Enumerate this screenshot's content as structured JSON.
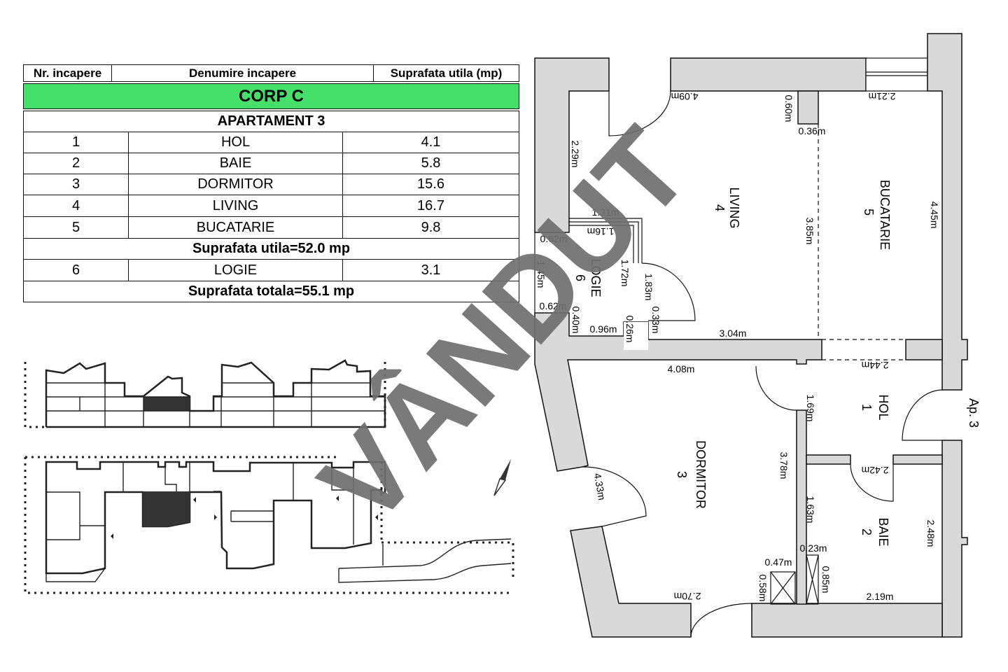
{
  "table": {
    "headers": [
      "Nr. incapere",
      "Denumire incapere",
      "Suprafata utila (mp)"
    ],
    "corp": "CORP C",
    "apartment": "APARTAMENT 3",
    "rows": [
      {
        "nr": "1",
        "name": "HOL",
        "area": "4.1"
      },
      {
        "nr": "2",
        "name": "BAIE",
        "area": "5.8"
      },
      {
        "nr": "3",
        "name": "DORMITOR",
        "area": "15.6"
      },
      {
        "nr": "4",
        "name": "LIVING",
        "area": "16.7"
      },
      {
        "nr": "5",
        "name": "BUCATARIE",
        "area": "9.8"
      }
    ],
    "useful_total": "Suprafata utila=52.0 mp",
    "extra_row": {
      "nr": "6",
      "name": "LOGIE",
      "area": "3.1"
    },
    "grand_total": "Suprafata totala=55.1 mp",
    "corp_color": "#45e06a"
  },
  "plan": {
    "rooms": [
      {
        "name": "LIVING",
        "nr": "4"
      },
      {
        "name": "BUCATARIE",
        "nr": "5"
      },
      {
        "name": "LOGIE",
        "nr": "6"
      },
      {
        "name": "HOL",
        "nr": "1"
      },
      {
        "name": "DORMITOR",
        "nr": "3"
      },
      {
        "name": "BAIE",
        "nr": "2"
      }
    ],
    "entrance_label": "Ap. 3",
    "entrance_color": "#1a9a2a",
    "wall_color": "#d9d9d9",
    "dims": [
      "4.09m",
      "0.60m",
      "0.36m",
      "2.21m",
      "2.29m",
      "3.85m",
      "4.45m",
      "1.31m",
      "1.16m",
      "0.62m",
      "1.45m",
      "1.72m",
      "1.83m",
      "0.62m",
      "0.40m",
      "0.96m",
      "0.26m",
      "0.33m",
      "3.04m",
      "4.08m",
      "2.44m",
      "1.69m",
      "3.78m",
      "2.42m",
      "4.33m",
      "1.63m",
      "2.48m",
      "0.23m",
      "0.47m",
      "0.58m",
      "0.85m",
      "2.19m",
      "2.70m"
    ]
  },
  "watermark": {
    "text": "VÂNDUT",
    "color": "#6f6f6f"
  },
  "icons": {
    "compass": "north-arrow-icon"
  }
}
